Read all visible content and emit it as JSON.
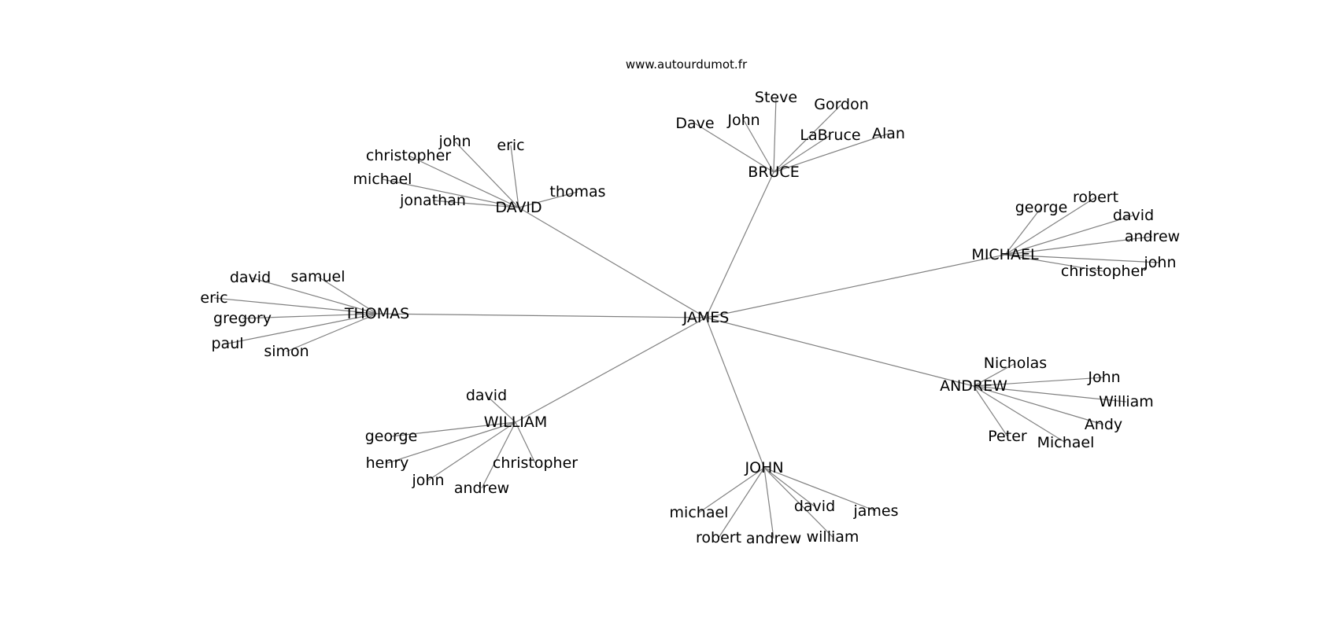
{
  "source": "www.autourdumot.fr",
  "edge_color": "#808080",
  "text_color": "#000000",
  "center": "JAMES",
  "groups": [
    {
      "hub": "BRUCE",
      "leaves": [
        "Steve",
        "Gordon",
        "Dave",
        "John",
        "LaBruce",
        "Alan"
      ]
    },
    {
      "hub": "DAVID",
      "leaves": [
        "john",
        "eric",
        "christopher",
        "michael",
        "jonathan",
        "thomas"
      ]
    },
    {
      "hub": "MICHAEL",
      "leaves": [
        "george",
        "robert",
        "david",
        "andrew",
        "john",
        "christopher"
      ]
    },
    {
      "hub": "THOMAS",
      "leaves": [
        "david",
        "samuel",
        "eric",
        "gregory",
        "paul",
        "simon"
      ]
    },
    {
      "hub": "ANDREW",
      "leaves": [
        "Nicholas",
        "John",
        "William",
        "Andy",
        "Peter",
        "Michael"
      ]
    },
    {
      "hub": "WILLIAM",
      "leaves": [
        "david",
        "george",
        "christopher",
        "henry",
        "john",
        "andrew"
      ]
    },
    {
      "hub": "JOHN",
      "leaves": [
        "michael",
        "david",
        "james",
        "robert",
        "andrew",
        "william"
      ]
    }
  ]
}
